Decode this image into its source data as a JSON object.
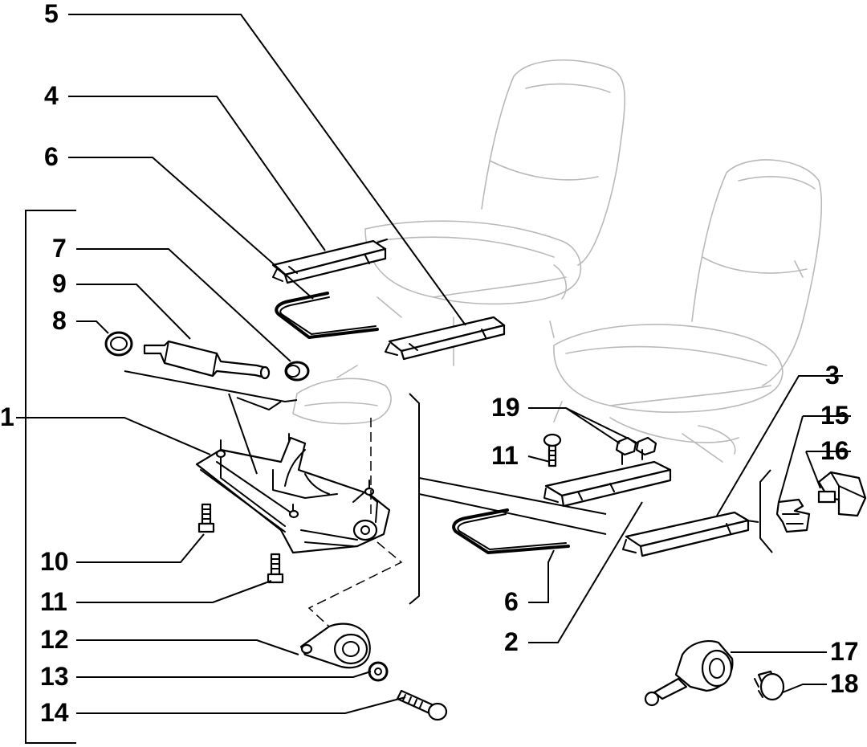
{
  "callouts": [
    {
      "id": "c5",
      "text": "5"
    },
    {
      "id": "c4",
      "text": "4"
    },
    {
      "id": "c6a",
      "text": "6"
    },
    {
      "id": "c7",
      "text": "7"
    },
    {
      "id": "c9",
      "text": "9"
    },
    {
      "id": "c8",
      "text": "8"
    },
    {
      "id": "c1",
      "text": "1"
    },
    {
      "id": "c10",
      "text": "10"
    },
    {
      "id": "c11a",
      "text": "11"
    },
    {
      "id": "c12",
      "text": "12"
    },
    {
      "id": "c13",
      "text": "13"
    },
    {
      "id": "c14",
      "text": "14"
    },
    {
      "id": "c19",
      "text": "19"
    },
    {
      "id": "c11b",
      "text": "11"
    },
    {
      "id": "c3",
      "text": "3"
    },
    {
      "id": "c15",
      "text": "15"
    },
    {
      "id": "c16",
      "text": "16"
    },
    {
      "id": "c6b",
      "text": "6"
    },
    {
      "id": "c2",
      "text": "2"
    },
    {
      "id": "c17",
      "text": "17"
    },
    {
      "id": "c18",
      "text": "18"
    }
  ]
}
